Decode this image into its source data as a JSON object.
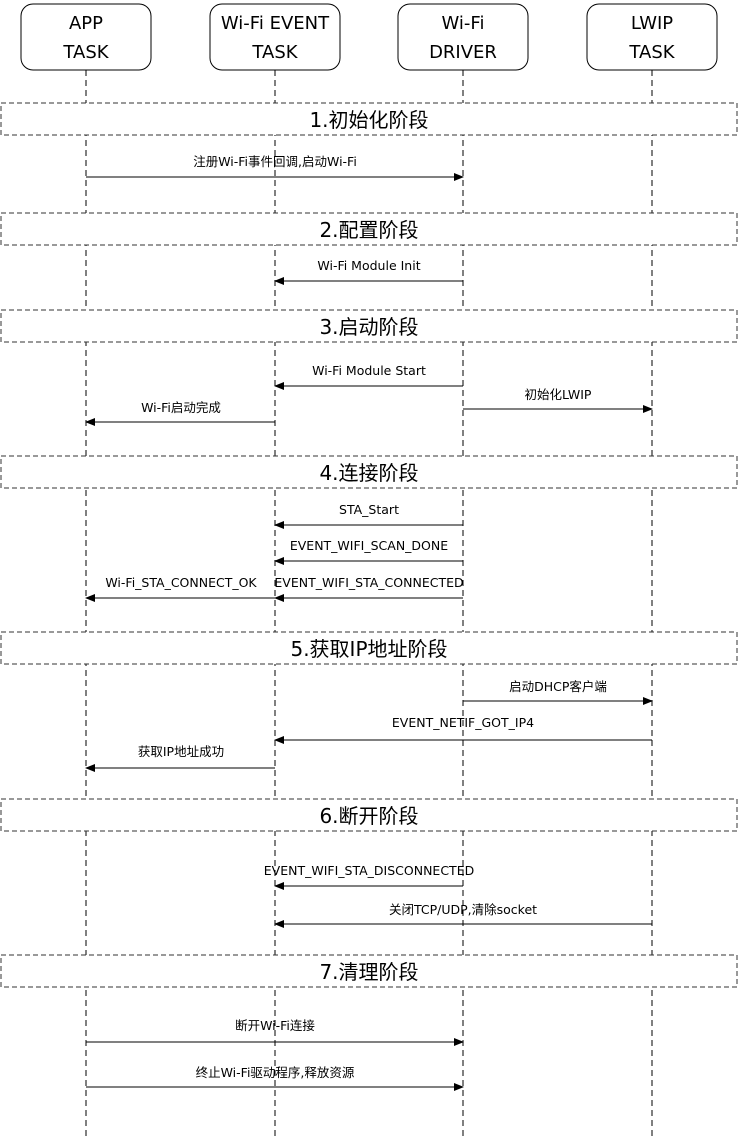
{
  "actors": [
    {
      "id": "app",
      "lines": [
        "APP",
        "TASK"
      ]
    },
    {
      "id": "event",
      "lines": [
        "Wi-Fi EVENT",
        "TASK"
      ]
    },
    {
      "id": "drv",
      "lines": [
        "Wi-Fi",
        "DRIVER"
      ]
    },
    {
      "id": "lwip",
      "lines": [
        "LWIP",
        "TASK"
      ]
    }
  ],
  "phases": [
    {
      "label": "1.初始化阶段"
    },
    {
      "label": "2.配置阶段"
    },
    {
      "label": "3.启动阶段"
    },
    {
      "label": "4.连接阶段"
    },
    {
      "label": "5.获取IP地址阶段"
    },
    {
      "label": "6.断开阶段"
    },
    {
      "label": "7.清理阶段"
    }
  ],
  "messages": [
    {
      "label": "注册Wi-Fi事件回调,启动Wi-Fi",
      "from": "app",
      "to": "drv"
    },
    {
      "label": "Wi-Fi Module Init",
      "from": "drv",
      "to": "event"
    },
    {
      "label": "Wi-Fi Module Start",
      "from": "drv",
      "to": "event"
    },
    {
      "label": "初始化LWIP",
      "from": "drv",
      "to": "lwip"
    },
    {
      "label": "Wi-Fi启动完成",
      "from": "event",
      "to": "app"
    },
    {
      "label": "STA_Start",
      "from": "drv",
      "to": "event"
    },
    {
      "label": "EVENT_WIFI_SCAN_DONE",
      "from": "drv",
      "to": "event"
    },
    {
      "label": "Wi-Fi_STA_CONNECT_OK",
      "from": "event",
      "to": "app"
    },
    {
      "label": "EVENT_WIFI_STA_CONNECTED",
      "from": "drv",
      "to": "event"
    },
    {
      "label": "启动DHCP客户端",
      "from": "drv",
      "to": "lwip"
    },
    {
      "label": "EVENT_NETIF_GOT_IP4",
      "from": "lwip",
      "to": "event"
    },
    {
      "label": "获取IP地址成功",
      "from": "event",
      "to": "app"
    },
    {
      "label": "EVENT_WIFI_STA_DISCONNECTED",
      "from": "drv",
      "to": "event"
    },
    {
      "label": "关闭TCP/UDP,清除socket",
      "from": "lwip",
      "to": "event"
    },
    {
      "label": "断开Wi-Fi连接",
      "from": "app",
      "to": "drv"
    },
    {
      "label": "终止Wi-Fi驱动程序,释放资源",
      "from": "app",
      "to": "drv"
    }
  ]
}
